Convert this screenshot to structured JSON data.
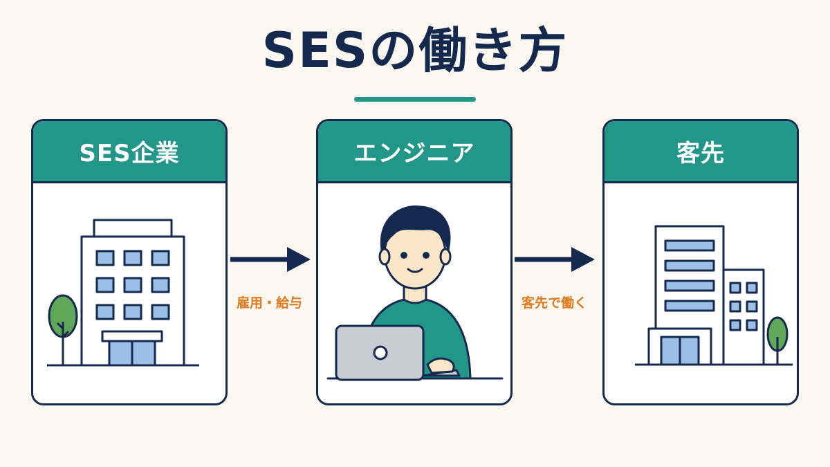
{
  "title": "SESの働き方",
  "cards": {
    "ses_company": {
      "label": "SES企業",
      "icon": "office-building-icon"
    },
    "engineer": {
      "label": "エンジニア",
      "icon": "engineer-with-laptop-icon"
    },
    "client": {
      "label": "客先",
      "icon": "client-buildings-icon"
    }
  },
  "arrows": {
    "first": {
      "label": "雇用・給与"
    },
    "second": {
      "label": "客先で働く"
    }
  },
  "colors": {
    "navy": "#15284d",
    "teal": "#23968a",
    "orange": "#e07a1f",
    "window_blue": "#9bbfe6",
    "tree_green": "#5fa85a",
    "background": "#fbf8f2"
  }
}
